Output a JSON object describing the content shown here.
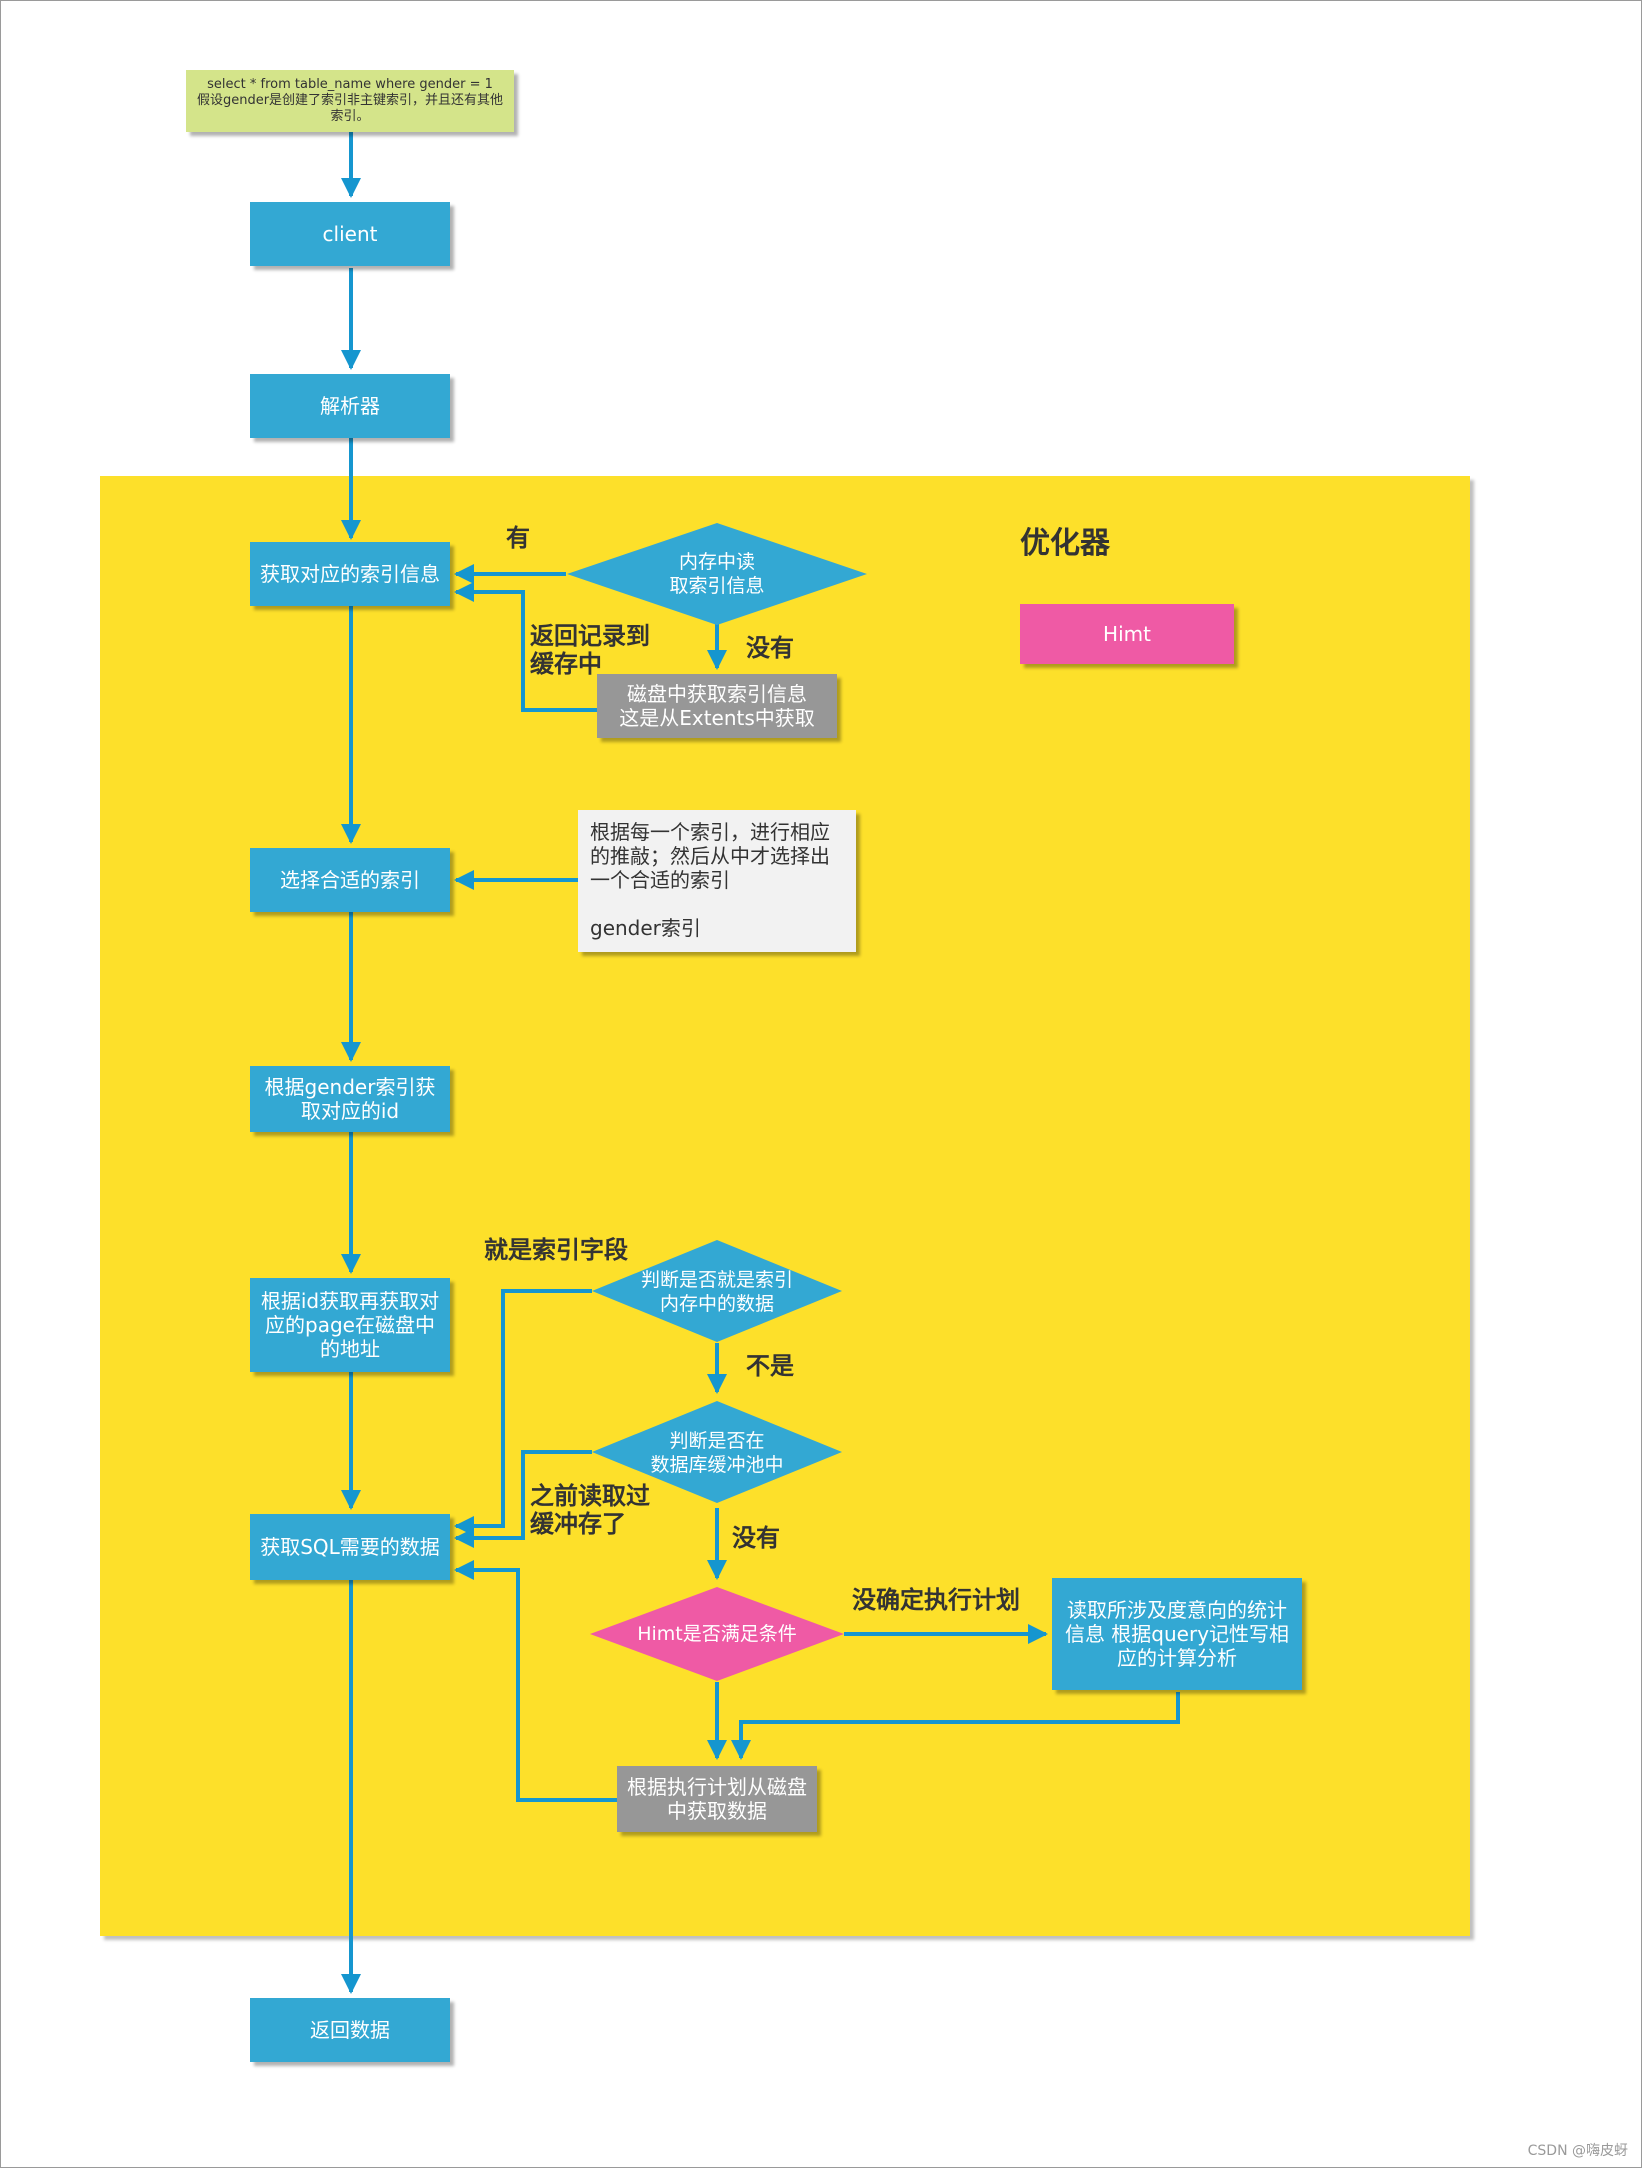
{
  "start_note": "select * from table_name where gender = 1\n假设gender是创建了索引非主键索引，并且还有其他\n索引。",
  "nodes": {
    "client": "client",
    "parser": "解析器",
    "get_index_info": "获取对应的索引信息",
    "memory_read": "内存中读\n取索引信息",
    "disk_read": "磁盘中获取索引信息\n这是从Extents中获取",
    "choose_index": "选择合适的索引",
    "choose_note": "根据每一个索引，进行相应\n的推敲；然后从中才选择出\n一个合适的索引\n\ngender索引",
    "get_id": "根据gender索引获\n取对应的id",
    "get_page_addr": "根据id获取再获取对\n应的page在磁盘中\n的地址",
    "check_index_field": "判断是否就是索引\n内存中的数据",
    "check_buffer_pool": "判断是否在\n数据库缓冲池中",
    "get_sql_data": "获取SQL需要的数据",
    "himt_check": "Himt是否满足条件",
    "stats_analysis": "读取所涉及度意向的统计\n信息 根据query记性写相\n应的计算分析",
    "disk_fetch": "根据执行计划从磁盘\n中获取数据",
    "return_data": "返回数据"
  },
  "optimizer": {
    "title": "优化器",
    "himt_label": "Himt"
  },
  "edge_labels": {
    "yes": "有",
    "no": "没有",
    "return_to_cache": "返回记录到\n缓存中",
    "is_index_field": "就是索引字段",
    "not": "不是",
    "buffered_before": "之前读取过\n缓冲存了",
    "no2": "没有",
    "no_plan": "没确定执行计划"
  },
  "watermark": "CSDN @嗨皮蚜",
  "colors": {
    "box_blue": "#33a8d3",
    "arrow_blue": "#1596cf",
    "region_yellow": "#fde02a",
    "gray": "#979797",
    "pink": "#ef5aa5",
    "note_green": "#d4e48a"
  }
}
